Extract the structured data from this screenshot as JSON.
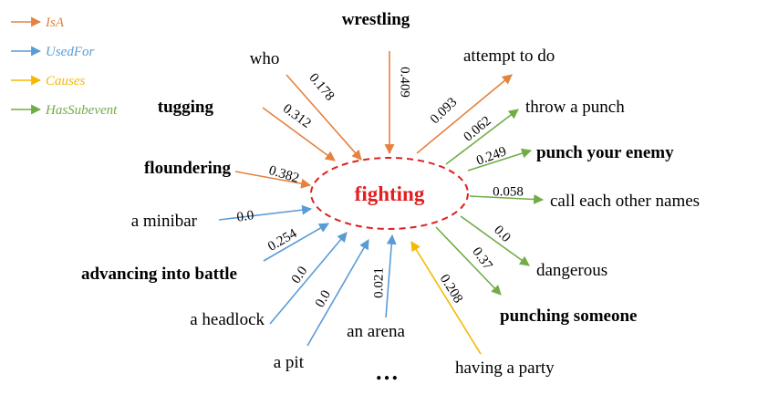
{
  "center": {
    "label": "fighting",
    "color": "#e02020"
  },
  "relation_colors": {
    "IsA": "#e4823f",
    "UsedFor": "#5b9bd5",
    "Causes": "#f5b800",
    "HasSubevent": "#70ad47"
  },
  "legend": [
    {
      "relation": "IsA",
      "label": "IsA"
    },
    {
      "relation": "UsedFor",
      "label": "UsedFor"
    },
    {
      "relation": "Causes",
      "label": "Causes"
    },
    {
      "relation": "HasSubevent",
      "label": "HasSubevent"
    }
  ],
  "edges": [
    {
      "label": "wrestling",
      "relation": "IsA",
      "weight": "0.409",
      "bold": true
    },
    {
      "label": "who",
      "relation": "IsA",
      "weight": "0.178",
      "bold": false
    },
    {
      "label": "tugging",
      "relation": "IsA",
      "weight": "0.312",
      "bold": true
    },
    {
      "label": "floundering",
      "relation": "IsA",
      "weight": "0.382",
      "bold": true
    },
    {
      "label": "attempt to do",
      "relation": "IsA",
      "weight": "0.093",
      "bold": false
    },
    {
      "label": "throw a punch",
      "relation": "HasSubevent",
      "weight": "0.062",
      "bold": false
    },
    {
      "label": "punch your enemy",
      "relation": "HasSubevent",
      "weight": "0.249",
      "bold": true
    },
    {
      "label": "call each other names",
      "relation": "HasSubevent",
      "weight": "0.058",
      "bold": false
    },
    {
      "label": "dangerous",
      "relation": "HasSubevent",
      "weight": "0.0",
      "bold": false
    },
    {
      "label": "punching someone",
      "relation": "HasSubevent",
      "weight": "0.37",
      "bold": true
    },
    {
      "label": "having a party",
      "relation": "Causes",
      "weight": "0.208",
      "bold": false
    },
    {
      "label": "a minibar",
      "relation": "UsedFor",
      "weight": "0.0",
      "bold": false
    },
    {
      "label": "advancing into battle",
      "relation": "UsedFor",
      "weight": "0.254",
      "bold": true
    },
    {
      "label": "a headlock",
      "relation": "UsedFor",
      "weight": "0.0",
      "bold": false
    },
    {
      "label": "a pit",
      "relation": "UsedFor",
      "weight": "0.0",
      "bold": false
    },
    {
      "label": "an arena",
      "relation": "UsedFor",
      "weight": "0.021",
      "bold": false
    }
  ],
  "ellipsis": "…"
}
